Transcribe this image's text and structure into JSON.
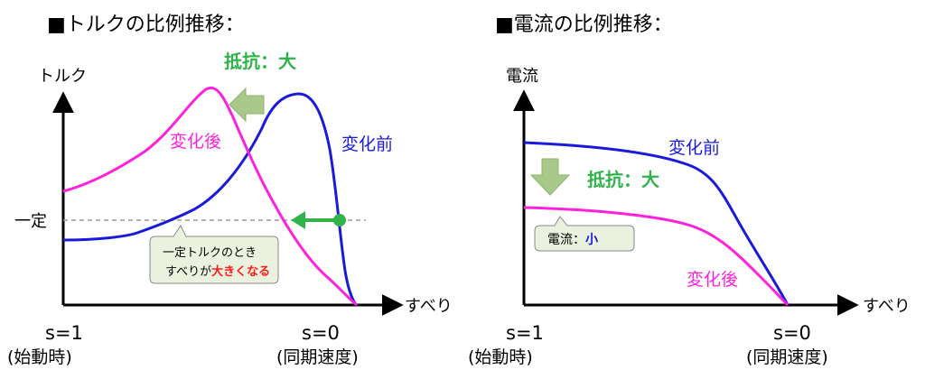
{
  "colors": {
    "before": "#1a1adb",
    "after": "#ff22dd",
    "resistance": "#2fb34a",
    "arrow_fill": "#a9c98a",
    "callout_bg": "#eaf2df",
    "emphasis_red": "#ff1a1a",
    "emphasis_blue": "#1a1adb",
    "axis": "#000000",
    "dashed": "#999999"
  },
  "icons": {
    "resistance_arrow_left": "arrow-left-icon",
    "resistance_arrow_down": "arrow-down-icon",
    "shift_arrow": "arrow-left-icon",
    "operating_point": "circle-marker-icon"
  },
  "left_panel": {
    "title": "■トルクの比例推移：",
    "y_axis_label": "トルク",
    "x_axis_label": "すべり",
    "resistance_label": "抵抗：大",
    "curve_before_label": "変化前",
    "curve_after_label": "変化後",
    "constant_level_label": "一定",
    "callout_line1": "一定トルクのとき",
    "callout_line2_prefix": "すべりが",
    "callout_line2_emphasis": "大きくなる",
    "tick_left_value": "s=1",
    "tick_left_caption": "(始動時)",
    "tick_right_value": "s=0",
    "tick_right_caption": "(同期速度)"
  },
  "right_panel": {
    "title": "■電流の比例推移：",
    "y_axis_label": "電流",
    "x_axis_label": "すべり",
    "resistance_label": "抵抗：大",
    "curve_before_label": "変化前",
    "curve_after_label": "変化後",
    "callout_prefix": "電流：",
    "callout_emphasis": "小",
    "tick_left_value": "s=1",
    "tick_left_caption": "(始動時)",
    "tick_right_value": "s=0",
    "tick_right_caption": "(同期速度)"
  }
}
